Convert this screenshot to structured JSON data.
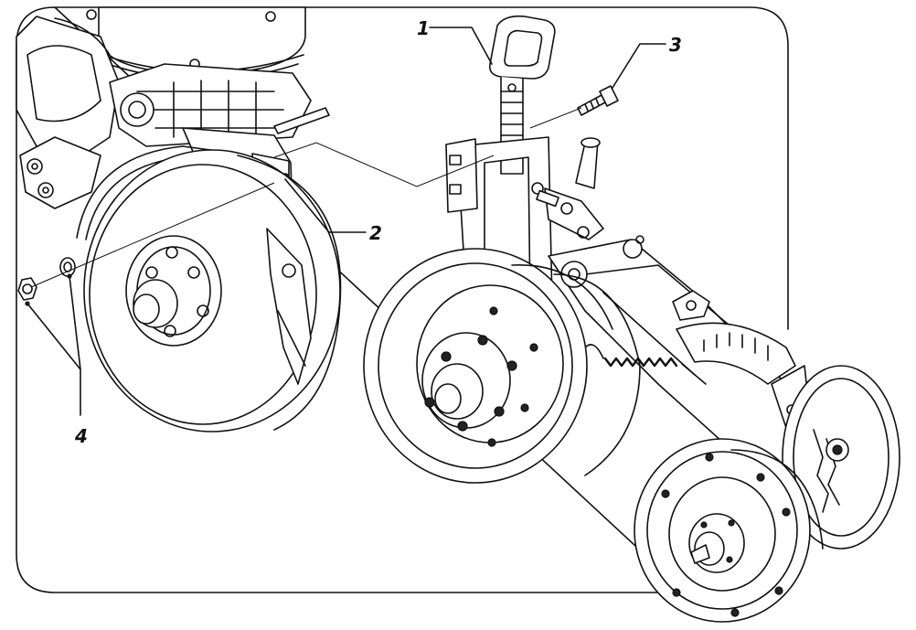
{
  "colors": {
    "line": "#111111",
    "fill": "#ffffff",
    "shade": "#e6e6e6"
  },
  "callouts": [
    {
      "id": "1",
      "text": "1"
    },
    {
      "id": "2",
      "text": "2"
    },
    {
      "id": "3",
      "text": "3"
    },
    {
      "id": "4",
      "text": "4"
    }
  ]
}
